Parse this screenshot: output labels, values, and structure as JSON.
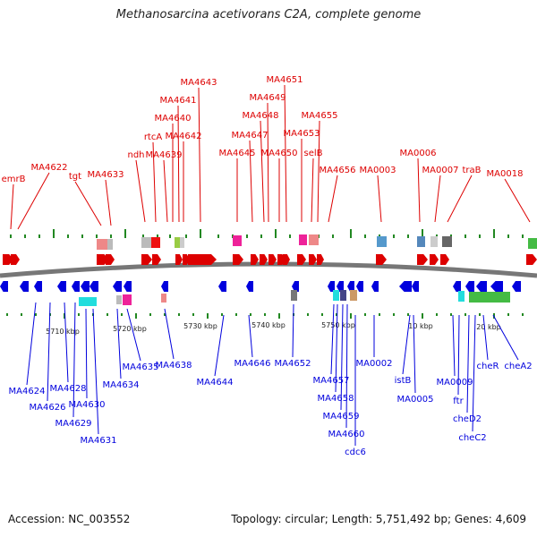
{
  "title": "Methanosarcina acetivorans C2A, complete genome",
  "footer": {
    "accession": "Accession: NC_003552",
    "summary": "Topology: circular; Length: 5,751,492 bp; Genes: 4,609"
  },
  "colors": {
    "forward": "#dd0000",
    "reverse": "#0000dd",
    "ticks": "#228822",
    "backbone": "#777777"
  },
  "scale_labels": [
    "5710 kbp",
    "5720 kbp",
    "5730 kbp",
    "5740 kbp",
    "5750 kbp",
    "10 kbp",
    "20 kbp"
  ],
  "top_labels": [
    "emrB",
    "MA4622",
    "tgt",
    "MA4633",
    "ndh",
    "rtcA",
    "MA4639",
    "MA4640",
    "MA4641",
    "MA4642",
    "MA4643",
    "MA4645",
    "MA4647",
    "MA4648",
    "MA4649",
    "MA4650",
    "MA4651",
    "MA4653",
    "selB",
    "MA4655",
    "MA4656",
    "MA0003",
    "MA0006",
    "MA0007",
    "traB",
    "MA0018"
  ],
  "bottom_labels": [
    "MA4624",
    "MA4626",
    "MA4628",
    "MA4629",
    "MA4630",
    "MA4631",
    "MA4634",
    "MA4635",
    "MA4638",
    "MA4644",
    "MA4646",
    "MA4652",
    "MA4657",
    "MA4658",
    "MA4659",
    "MA4660",
    "cdc6",
    "MA0002",
    "istB",
    "MA0005",
    "MA0009",
    "ftr",
    "cheD2",
    "cheC2",
    "cheR",
    "cheA2"
  ]
}
